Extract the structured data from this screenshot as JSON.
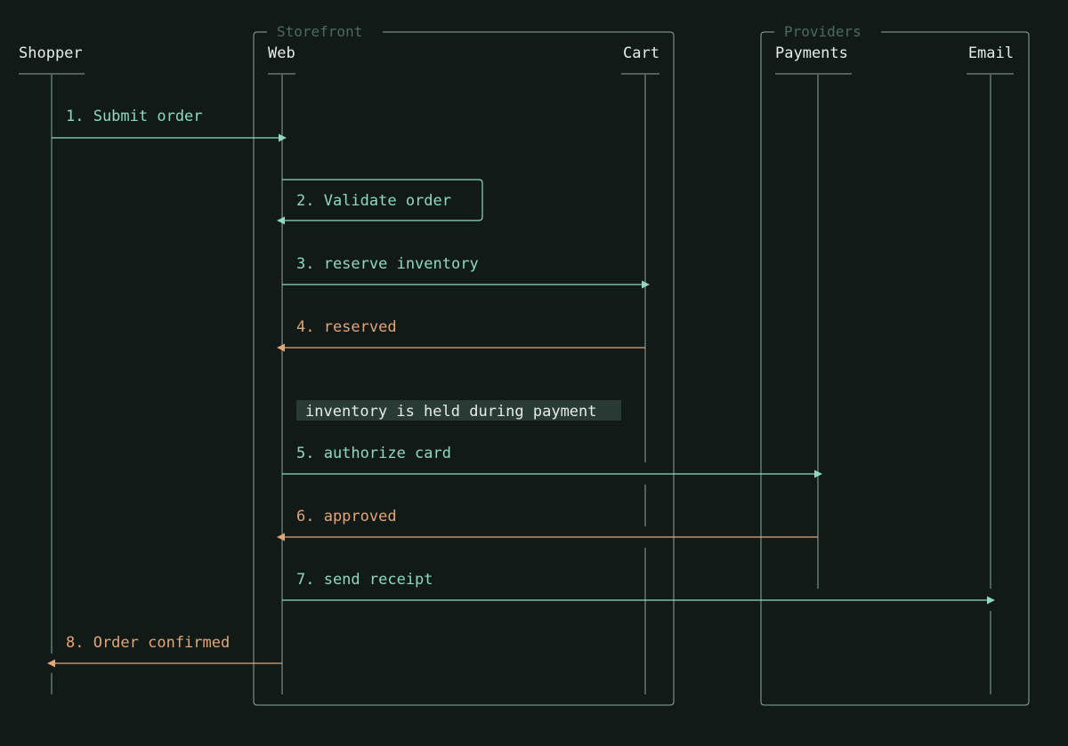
{
  "colors": {
    "background": "#121a18",
    "line": "#8fa8a0",
    "request": "#8fd9c2",
    "response": "#e2a679",
    "participant_text": "#e6ece9",
    "group_text": "#4b6a62",
    "note_fill": "#2a3a35",
    "note_text": "#e6ece9"
  },
  "groups": [
    {
      "id": "storefront",
      "label": "Storefront"
    },
    {
      "id": "providers",
      "label": "Providers"
    }
  ],
  "participants": [
    {
      "id": "shopper",
      "label": "Shopper"
    },
    {
      "id": "web",
      "label": "Web"
    },
    {
      "id": "cart",
      "label": "Cart"
    },
    {
      "id": "payments",
      "label": "Payments"
    },
    {
      "id": "email",
      "label": "Email"
    }
  ],
  "messages": [
    {
      "label": "1. Submit order",
      "from": "shopper",
      "to": "web",
      "kind": "request"
    },
    {
      "label": "2. Validate order",
      "from": "web",
      "to": "web",
      "kind": "self"
    },
    {
      "label": "3. reserve inventory",
      "from": "web",
      "to": "cart",
      "kind": "request"
    },
    {
      "label": "4. reserved",
      "from": "cart",
      "to": "web",
      "kind": "response"
    },
    {
      "label": "5. authorize card",
      "from": "web",
      "to": "payments",
      "kind": "request"
    },
    {
      "label": "6. approved",
      "from": "payments",
      "to": "web",
      "kind": "response"
    },
    {
      "label": "7. send receipt",
      "from": "web",
      "to": "email",
      "kind": "request"
    },
    {
      "label": "8. Order confirmed",
      "from": "web",
      "to": "shopper",
      "kind": "response"
    }
  ],
  "note": {
    "text": "inventory is held during payment"
  }
}
